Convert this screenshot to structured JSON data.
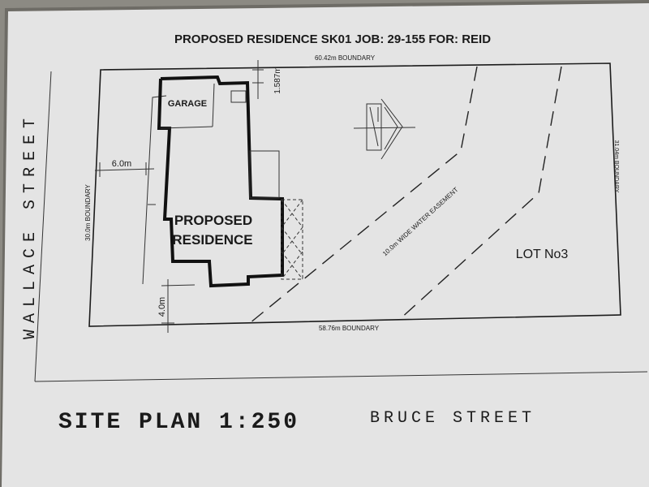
{
  "title": "PROPOSED RESIDENCE SK01 JOB: 29-155 FOR: REID",
  "boundaries": {
    "top": "60.42m BOUNDARY",
    "bottom": "58.76m BOUNDARY",
    "left": "30.0m BOUNDARY",
    "right": "31.04m BOUNDARY"
  },
  "dimensions": {
    "top_setback": "1.587m",
    "side_setback": "6.0m",
    "front_setback": "4.0m"
  },
  "labels": {
    "garage": "GARAGE",
    "residence_line1": "PROPOSED",
    "residence_line2": "RESIDENCE",
    "easement": "10.0m WIDE WATER EASEMENT",
    "lot": "LOT No3"
  },
  "streets": {
    "wallace": "WALLACE STREET",
    "bruce": "BRUCE STREET"
  },
  "plan_label": "SITE PLAN 1:250"
}
